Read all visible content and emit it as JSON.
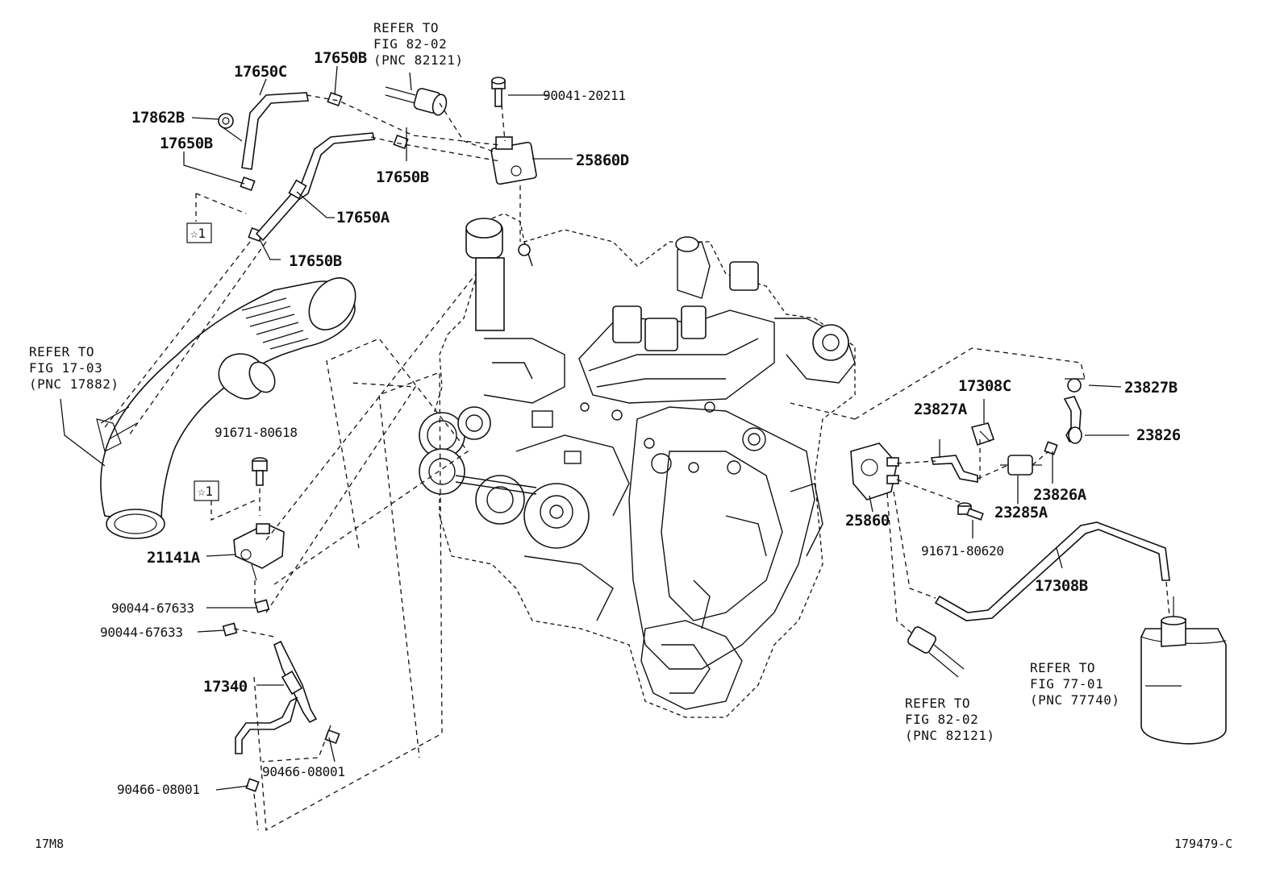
{
  "diagram": {
    "parts": [
      {
        "key": "p17650B_top",
        "label": "17650B"
      },
      {
        "key": "p17650C",
        "label": "17650C"
      },
      {
        "key": "p17862B",
        "label": "17862B"
      },
      {
        "key": "p17650B_left",
        "label": "17650B"
      },
      {
        "key": "p17650B_mid",
        "label": "17650B"
      },
      {
        "key": "p17650A",
        "label": "17650A"
      },
      {
        "key": "p17650B_low",
        "label": "17650B"
      },
      {
        "key": "p90041",
        "label": "90041-20211"
      },
      {
        "key": "p25860D",
        "label": "25860D"
      },
      {
        "key": "p91671_80618",
        "label": "91671-80618"
      },
      {
        "key": "p21141A",
        "label": "21141A"
      },
      {
        "key": "p90044_a",
        "label": "90044-67633"
      },
      {
        "key": "p90044_b",
        "label": "90044-67633"
      },
      {
        "key": "p17340",
        "label": "17340"
      },
      {
        "key": "p90466_a",
        "label": "90466-08001"
      },
      {
        "key": "p90466_b",
        "label": "90466-08001"
      },
      {
        "key": "p17308C",
        "label": "17308C"
      },
      {
        "key": "p23827A",
        "label": "23827A"
      },
      {
        "key": "p23827B",
        "label": "23827B"
      },
      {
        "key": "p23826",
        "label": "23826"
      },
      {
        "key": "p23826A",
        "label": "23826A"
      },
      {
        "key": "p23285A",
        "label": "23285A"
      },
      {
        "key": "p25860",
        "label": "25860"
      },
      {
        "key": "p91671_80620",
        "label": "91671-80620"
      },
      {
        "key": "p17308B",
        "label": "17308B"
      }
    ],
    "references": {
      "fig82_top": {
        "line1": "REFER TO",
        "line2": "FIG 82-02",
        "line3": "(PNC 82121)"
      },
      "fig17": {
        "line1": "REFER TO",
        "line2": "FIG 17-03",
        "line3": "(PNC 17882)"
      },
      "fig82_bottom": {
        "line1": "REFER TO",
        "line2": "FIG 82-02",
        "line3": "(PNC 82121)"
      },
      "fig77": {
        "line1": "REFER TO",
        "line2": "FIG 77-01",
        "line3": "(PNC 77740)"
      }
    },
    "marks": {
      "star_upper": "☆1",
      "star_lower": "☆1"
    },
    "corner_left": "17M8",
    "corner_right": "179479-C"
  }
}
